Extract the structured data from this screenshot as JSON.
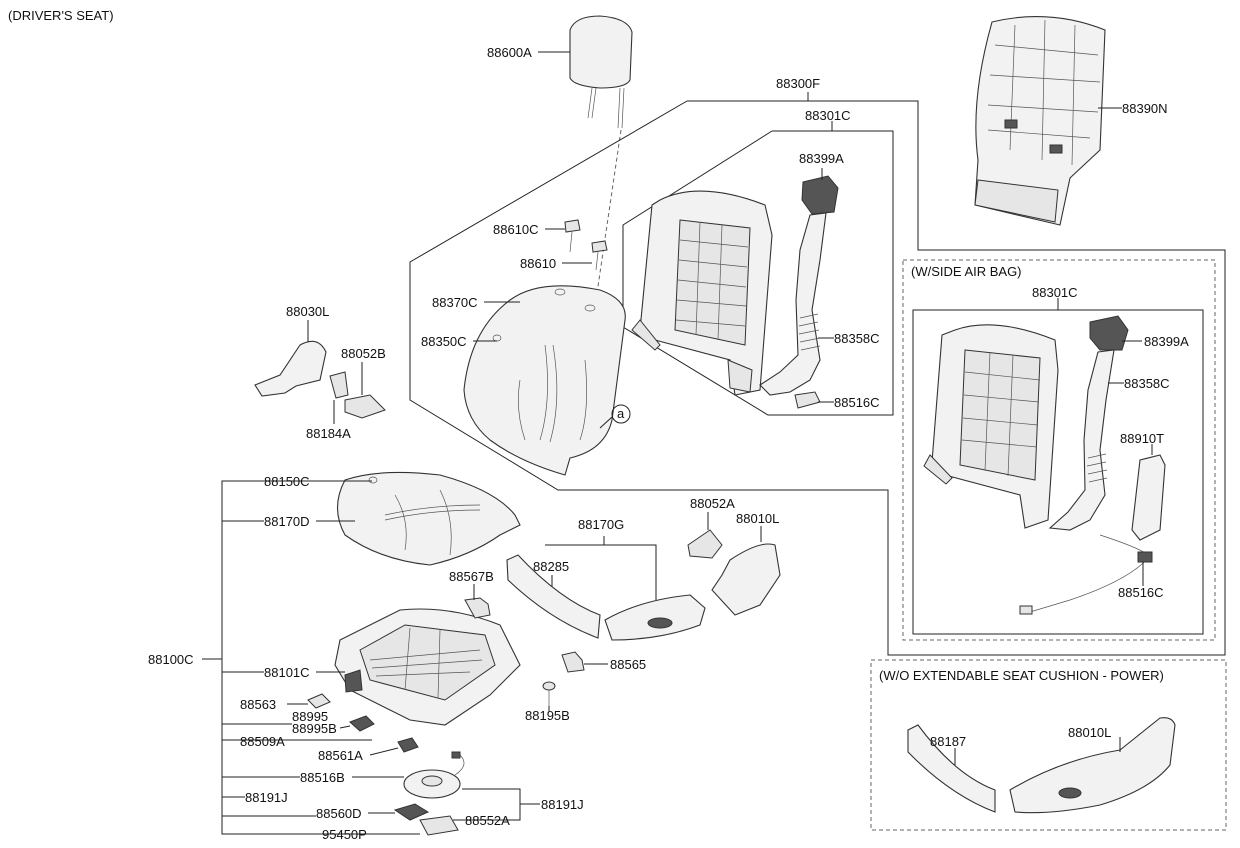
{
  "title": "(DRIVER'S SEAT)",
  "boxes": {
    "side_air_bag": "(W/SIDE AIR BAG)",
    "wo_extendable": "(W/O EXTENDABLE SEAT CUSHION - POWER)"
  },
  "circle_marker": "a",
  "colors": {
    "line": "#222222",
    "part_fill": "#f2f2f2",
    "background": "#ffffff"
  },
  "labels": {
    "p88600A": "88600A",
    "p88300F": "88300F",
    "p88301C": "88301C",
    "p88399A": "88399A",
    "p88390N": "88390N",
    "p88610C": "88610C",
    "p88610": "88610",
    "p88370C": "88370C",
    "p88350C": "88350C",
    "p88358C": "88358C",
    "p88516C": "88516C",
    "p88030L": "88030L",
    "p88052B": "88052B",
    "p88184A": "88184A",
    "p88150C": "88150C",
    "p88170D": "88170D",
    "p88170G": "88170G",
    "p88052A": "88052A",
    "p88010L": "88010L",
    "p88285": "88285",
    "p88567B": "88567B",
    "p88100C": "88100C",
    "p88101C": "88101C",
    "p88565": "88565",
    "p88563": "88563",
    "p88995": "88995",
    "p88995B": "88995B",
    "p88195B": "88195B",
    "p88509A": "88509A",
    "p88561A": "88561A",
    "p88516B": "88516B",
    "p88191J_a": "88191J",
    "p88191J_b": "88191J",
    "p88560D": "88560D",
    "p88552A": "88552A",
    "p95450P": "95450P",
    "sab_88301C": "88301C",
    "sab_88399A": "88399A",
    "sab_88358C": "88358C",
    "sab_88910T": "88910T",
    "sab_88516C": "88516C",
    "wo_88187": "88187",
    "wo_88010L": "88010L"
  }
}
